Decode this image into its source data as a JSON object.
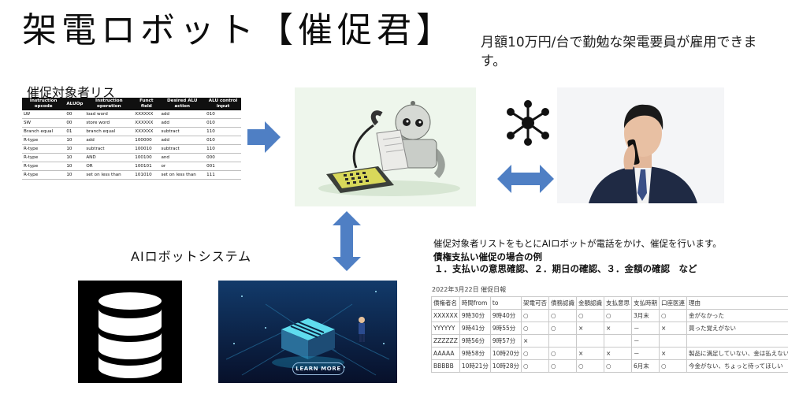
{
  "title": "架電ロボット【催促君】",
  "subtitle": "月額10万円/台で勤勉な架電要員が雇用できます。",
  "target_list": {
    "title": "催促対象者リス",
    "headers": [
      "Instruction opcode",
      "ALUOp",
      "Instruction operation",
      "Funct field",
      "Desired ALU action",
      "ALU control input"
    ],
    "rows": [
      [
        "LW",
        "00",
        "load word",
        "XXXXXX",
        "add",
        "010"
      ],
      [
        "SW",
        "00",
        "store word",
        "XXXXXX",
        "add",
        "010"
      ],
      [
        "Branch equal",
        "01",
        "branch equal",
        "XXXXXX",
        "subtract",
        "110"
      ],
      [
        "R-type",
        "10",
        "add",
        "100000",
        "add",
        "010"
      ],
      [
        "R-type",
        "10",
        "subtract",
        "100010",
        "subtract",
        "110"
      ],
      [
        "R-type",
        "10",
        "AND",
        "100100",
        "and",
        "000"
      ],
      [
        "R-type",
        "10",
        "OR",
        "100101",
        "or",
        "001"
      ],
      [
        "R-type",
        "10",
        "set on less than",
        "101010",
        "set on less than",
        "111"
      ]
    ]
  },
  "ai_system_label": "AIロボットシステム",
  "learn_more_button": "LEARN MORE",
  "description": {
    "line1": "催促対象者リストをもとにAIロボットが電話をかけ、催促を行います。",
    "line2": "債権支払い催促の場合の例",
    "line3": "１．支払いの意思確認、２．期日の確認、３．金額の確認　など"
  },
  "call_log": {
    "caption": "2022年3月22日 催促日報",
    "headers": [
      "債権者名",
      "時間from",
      "to",
      "架電可否",
      "債務認識",
      "金額認識",
      "支払意思",
      "支払時期",
      "口座医連",
      "理由"
    ],
    "rows": [
      [
        "XXXXXX",
        "9時30分",
        "9時40分",
        "○",
        "○",
        "○",
        "○",
        "3月末",
        "○",
        "金がなかった"
      ],
      [
        "YYYYYY",
        "9時41分",
        "9時55分",
        "○",
        "○",
        "×",
        "×",
        "－",
        "×",
        "買った覚えがない"
      ],
      [
        "ZZZZZZ",
        "9時56分",
        "9時57分",
        "×",
        "",
        "",
        "",
        "－",
        "",
        ""
      ],
      [
        "AAAAA",
        "9時58分",
        "10時20分",
        "○",
        "○",
        "×",
        "×",
        "－",
        "×",
        "製品に満足していない、金は払えない"
      ],
      [
        "BBBBB",
        "10時21分",
        "10時28分",
        "○",
        "○",
        "○",
        "○",
        "6月末",
        "○",
        "今金がない、ちょっと待ってほしい"
      ]
    ]
  },
  "colors": {
    "arrow_blue": "#4f7fc4",
    "robot_background": "#eef6ec",
    "network_icon": "#111111",
    "server_dark": "#0a1430",
    "server_glow": "#4fd2e6"
  },
  "icons": {
    "network": "network-hub-icon",
    "database": "database-icon",
    "robot": "robot-phone-illustration",
    "person": "businessman-phone-photo",
    "server": "server-cube-illustration"
  }
}
